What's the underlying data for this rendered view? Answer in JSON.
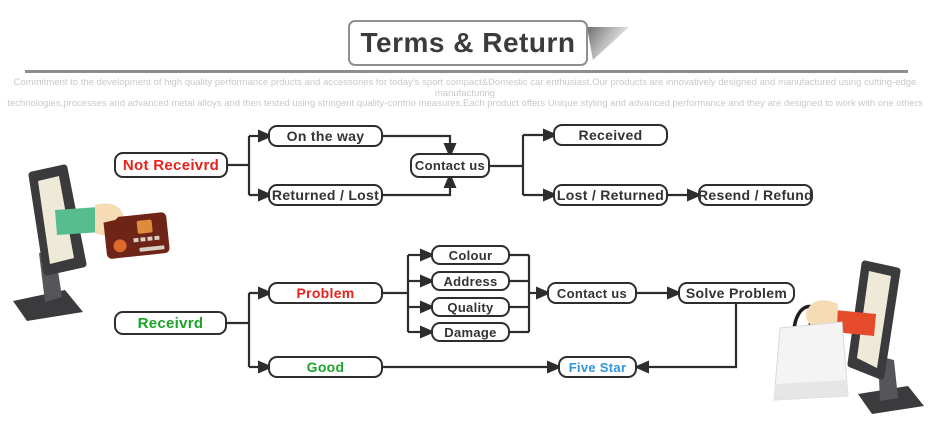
{
  "header": {
    "title": "Terms & Return"
  },
  "intro": {
    "line1": "Commitment to the development of high quality performance prducts and accessories for today's sport compact&Domestic car enthusiast.Our products are innovatively designed and manufactured using cutting-edge manufacturing",
    "line2": "technologies,processes and advanced metal alloys and then tested using stringent quality-contrio measures,Each product offers Unique styling and advanced performance and they are designed to work with one others"
  },
  "flow": {
    "not_received": "Not Receivrd",
    "on_the_way": "On the way",
    "returned_lost": "Returned / Lost",
    "contact_us_top": "Contact us",
    "received": "Received",
    "lost_returned": "Lost / Returned",
    "resend_refund": "Resend / Refund",
    "received_state": "Receivrd",
    "problem": "Problem",
    "good": "Good",
    "colour": "Colour",
    "address": "Address",
    "quality": "Quality",
    "damage": "Damage",
    "contact_us_bottom": "Contact us",
    "solve_problem": "Solve Problem",
    "five_star": "Five Star"
  },
  "colors": {
    "negative_red": "#e8211a",
    "positive_green": "#1ca32a",
    "highlight_blue": "#2f94d8",
    "node_text_dark": "#333333",
    "node_border": "#2d2d2d",
    "monitor_dark": "#3b3b3e",
    "screen_cream": "#efe9d8",
    "sleeve_green": "#57bd8e",
    "sleeve_red": "#e54a2b",
    "card_maroon": "#6e2416",
    "skin": "#f6dcb5"
  },
  "icons": {
    "left_illustration": "monitor-hand-credit-card",
    "right_illustration": "monitor-hand-shopping-bag"
  }
}
